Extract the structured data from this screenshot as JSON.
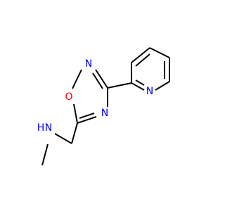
{
  "molecule": {
    "atoms": {
      "o1": {
        "label": "O",
        "color": "#ff0000"
      },
      "n2": {
        "label": "N",
        "color": "#0000ff"
      },
      "n4": {
        "label": "N",
        "color": "#0000ff"
      },
      "n_pyridine": {
        "label": "N",
        "color": "#0000ff"
      },
      "nh": {
        "label": "H",
        "color": "#0000ff"
      },
      "nh_n": {
        "label": "N",
        "color": "#0000ff"
      }
    }
  }
}
